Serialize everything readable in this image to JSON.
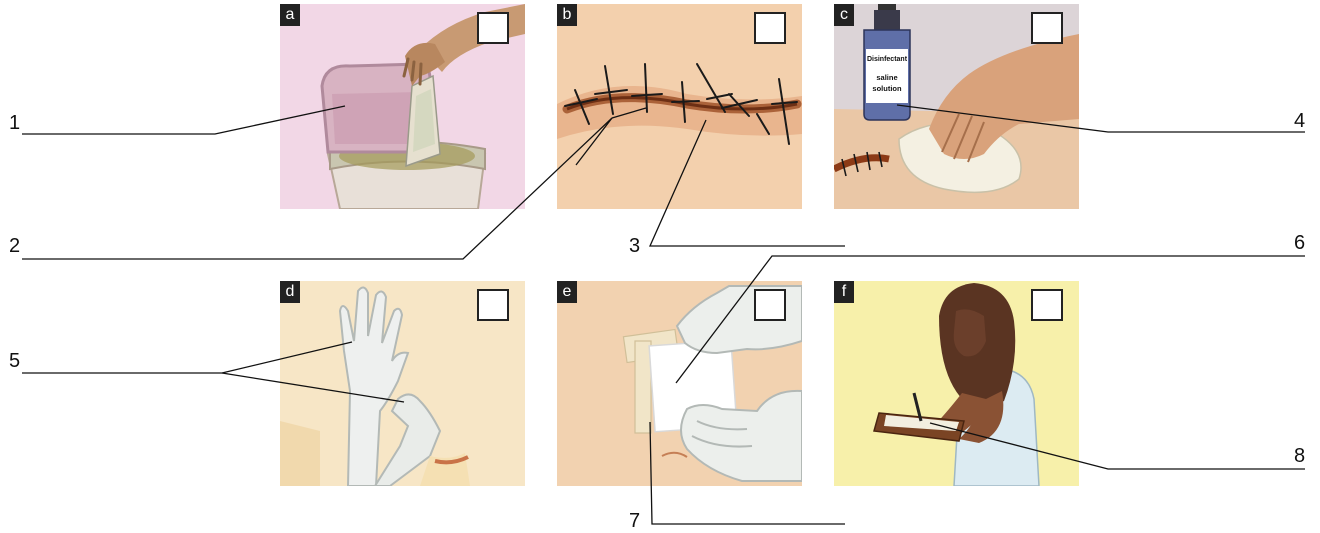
{
  "panels": [
    {
      "letter": "a"
    },
    {
      "letter": "b"
    },
    {
      "letter": "c",
      "bottle_label_1": "Disinfectant",
      "bottle_label_2": "saline",
      "bottle_label_3": "solution"
    },
    {
      "letter": "d"
    },
    {
      "letter": "e"
    },
    {
      "letter": "f"
    }
  ],
  "labels": [
    "1",
    "2",
    "3",
    "4",
    "5",
    "6",
    "7",
    "8"
  ],
  "colors": {
    "panel_a": "#f2d7e6",
    "panel_b": "#f3d0ad",
    "panel_c": "#f1d9c6",
    "panel_d": "#f7e6c6",
    "panel_e": "#f2d2b0",
    "panel_f": "#f7f0aa",
    "leader_line": "#111111"
  }
}
